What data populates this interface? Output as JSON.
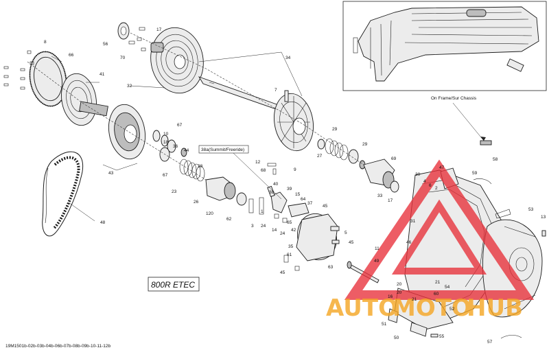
{
  "model_label": "800R ETEC",
  "detail_label": "On Frame/Sur Chassis",
  "variant_label": "38a(Summit/Freeride)",
  "document_id": "19M1501b-02b-03b-04b-06b-07b-08b-09b-10-11-12b",
  "watermark": {
    "part1": "AUTO",
    "part2": "MOTO",
    "part3": "HUB",
    "color_red": "#e8303a",
    "color_orange": "#f5a623"
  },
  "callouts": [
    {
      "id": "c8",
      "text": "8"
    },
    {
      "id": "c66",
      "text": "66"
    },
    {
      "id": "c41",
      "text": "41"
    },
    {
      "id": "c56",
      "text": "56"
    },
    {
      "id": "c17a",
      "text": "17"
    },
    {
      "id": "c70",
      "text": "70"
    },
    {
      "id": "c32",
      "text": "32"
    },
    {
      "id": "c34",
      "text": "34"
    },
    {
      "id": "c7",
      "text": "7"
    },
    {
      "id": "c67",
      "text": "67"
    },
    {
      "id": "c10",
      "text": "10"
    },
    {
      "id": "c18",
      "text": "18"
    },
    {
      "id": "c36",
      "text": "36"
    },
    {
      "id": "c44",
      "text": "44"
    },
    {
      "id": "c67b",
      "text": "67"
    },
    {
      "id": "c43",
      "text": "43"
    },
    {
      "id": "c23",
      "text": "23"
    },
    {
      "id": "c28",
      "text": "28"
    },
    {
      "id": "c26",
      "text": "26"
    },
    {
      "id": "c120",
      "text": "120"
    },
    {
      "id": "c62",
      "text": "62"
    },
    {
      "id": "c12",
      "text": "12"
    },
    {
      "id": "c68",
      "text": "68"
    },
    {
      "id": "c9",
      "text": "9"
    },
    {
      "id": "c27",
      "text": "27"
    },
    {
      "id": "c29a",
      "text": "29"
    },
    {
      "id": "c29b",
      "text": "29"
    },
    {
      "id": "c48",
      "text": "48"
    },
    {
      "id": "c40",
      "text": "40"
    },
    {
      "id": "c38",
      "text": "38"
    },
    {
      "id": "c39",
      "text": "39"
    },
    {
      "id": "c15",
      "text": "15"
    },
    {
      "id": "c64",
      "text": "64"
    },
    {
      "id": "c37",
      "text": "37"
    },
    {
      "id": "c45a",
      "text": "45"
    },
    {
      "id": "c1",
      "text": "1"
    },
    {
      "id": "c3",
      "text": "3"
    },
    {
      "id": "c24a",
      "text": "24"
    },
    {
      "id": "c14",
      "text": "14"
    },
    {
      "id": "c24b",
      "text": "24"
    },
    {
      "id": "c65",
      "text": "65"
    },
    {
      "id": "c42",
      "text": "42"
    },
    {
      "id": "c35",
      "text": "35"
    },
    {
      "id": "c5",
      "text": "5"
    },
    {
      "id": "c45b",
      "text": "45"
    },
    {
      "id": "c11",
      "text": "11"
    },
    {
      "id": "c63",
      "text": "63"
    },
    {
      "id": "c61",
      "text": "61"
    },
    {
      "id": "c45c",
      "text": "45"
    },
    {
      "id": "c69",
      "text": "69"
    },
    {
      "id": "c33",
      "text": "33"
    },
    {
      "id": "c17b",
      "text": "17"
    },
    {
      "id": "c30",
      "text": "30"
    },
    {
      "id": "c4",
      "text": "4"
    },
    {
      "id": "c6",
      "text": "6"
    },
    {
      "id": "c2",
      "text": "2"
    },
    {
      "id": "c47",
      "text": "47"
    },
    {
      "id": "c59",
      "text": "59"
    },
    {
      "id": "c31",
      "text": "31"
    },
    {
      "id": "c46",
      "text": "46"
    },
    {
      "id": "c49",
      "text": "49"
    },
    {
      "id": "c53",
      "text": "53"
    },
    {
      "id": "c13",
      "text": "13"
    },
    {
      "id": "c58",
      "text": "58"
    },
    {
      "id": "c20a",
      "text": "20"
    },
    {
      "id": "c20b",
      "text": "20"
    },
    {
      "id": "c21a",
      "text": "21"
    },
    {
      "id": "c21b",
      "text": "21"
    },
    {
      "id": "c54",
      "text": "54"
    },
    {
      "id": "c60",
      "text": "60"
    },
    {
      "id": "c52",
      "text": "52"
    },
    {
      "id": "c16",
      "text": "16"
    },
    {
      "id": "c51",
      "text": "51"
    },
    {
      "id": "c50",
      "text": "50"
    },
    {
      "id": "c57",
      "text": "57"
    },
    {
      "id": "c55",
      "text": "55"
    }
  ]
}
